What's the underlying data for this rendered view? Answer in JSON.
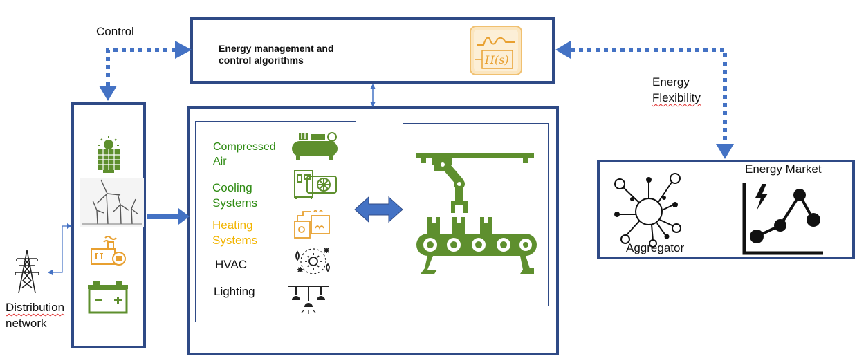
{
  "labels": {
    "control": "Control",
    "ems_line1": "Energy management and",
    "ems_line2": "control algorithms",
    "hs": "H(s)",
    "energy": "Energy",
    "flexibility": "Flexibility",
    "energy_market": "Energy Market",
    "aggregator": "Aggregator",
    "distribution": "Distribution",
    "network": "network"
  },
  "loads": [
    {
      "line1": "Compressed",
      "line2": "Air"
    },
    {
      "line1": "Cooling",
      "line2": "Systems"
    },
    {
      "line1": "Heating",
      "line2": "Systems"
    },
    {
      "line1": "HVAC"
    },
    {
      "line1": "Lighting"
    }
  ],
  "icons": {
    "sources": [
      "solar-panel-icon",
      "wind-turbine-icon",
      "power-plant-icon",
      "battery-icon"
    ],
    "loads": [
      "air-compressor-icon",
      "cooling-unit-icon",
      "heating-system-icon",
      "hvac-icon",
      "lighting-icon"
    ],
    "other": [
      "transmission-tower-icon",
      "transfer-function-icon",
      "robot-arm-conveyor-icon",
      "aggregator-network-icon",
      "market-chart-icon"
    ]
  },
  "colors": {
    "frame": "#2f4a86",
    "arrow": "#4472c4",
    "icon_green": "#5e8f2e",
    "text_green": "#2e8b12",
    "text_yellow": "#f2b400",
    "icon_orange": "#e8a030"
  }
}
